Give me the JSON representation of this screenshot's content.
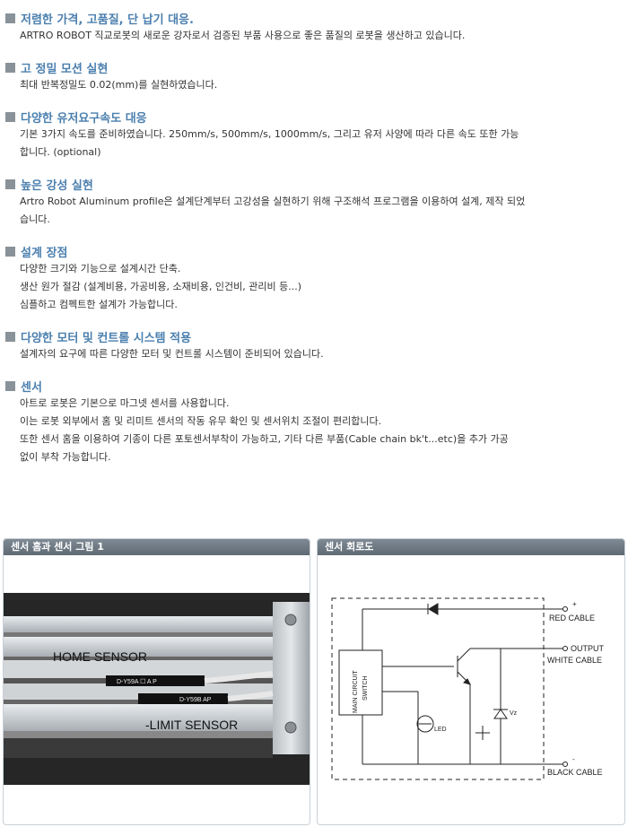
{
  "sections": [
    {
      "title": "저렴한 가격, 고품질, 단 납기 대응.",
      "lines": [
        "ARTRO ROBOT 직교로봇의 새로운 강자로서 검증된 부품 사용으로 좋은 품질의 로봇을 생산하고 있습니다."
      ]
    },
    {
      "title": "고 정밀 모션 실현",
      "lines": [
        "최대 반복정밀도 0.02(mm)를 실현하였습니다."
      ]
    },
    {
      "title": "다양한 유저요구속도 대응",
      "lines": [
        "기본 3가지 속도를 준비하였습니다. 250mm/s, 500mm/s, 1000mm/s, 그리고 유저 사양에 따라 다른 속도 또한 가능",
        "합니다. (optional)"
      ]
    },
    {
      "title": "높은 강성 실현",
      "lines": [
        "Artro Robot Aluminum profile은 설계단계부터 고강성을 실현하기 위해 구조해석 프로그램을 이용하여 설계, 제작 되었",
        "습니다."
      ]
    },
    {
      "title": "설계 장점",
      "lines": [
        "다양한 크기와 기능으로 설계시간 단축.",
        "생산 원가 절감 (설계비용, 가공비용, 소재비용, 인건비, 관리비 등...)",
        "심플하고 컴펙트한 설계가 가능합니다."
      ]
    },
    {
      "title": "다양한 모터 및 컨트롤 시스템 적용",
      "lines": [
        "설계자의 요구에 따른 다양한 모터 및 컨트롤 시스템이 준비되어 있습니다."
      ]
    },
    {
      "title": "센서",
      "lines": [
        "아트로 로봇은 기본으로 마그넷 센서를 사용합니다.",
        "이는 로봇 외부에서 홈 및 리미트 센서의 작동 유무 확인 및 센서위치 조절이 편리합니다.",
        "또한 센서 홈을 이용하여 기종이 다른 포토센서부착이 가능하고, 기타 다른 부품(Cable chain bk't...etc)을 추가 가공",
        "없이 부착 가능합니다."
      ]
    }
  ],
  "panels": {
    "left_title": "센서 홈과 센서 그림 1",
    "right_title": "센서 회로도"
  },
  "photo": {
    "home_label": "HOME SENSOR",
    "limit_label": "-LIMIT SENSOR",
    "sensor1_text": "D-Y59A ☐ A P",
    "sensor2_text": "D-Y59B AP"
  },
  "circuit": {
    "switch_label_1": "MAIN CIRCUIT",
    "switch_label_2": "SWITCH",
    "plus": "+",
    "minus": "-",
    "red_cable": "RED CABLE",
    "output": "OUTPUT",
    "white_cable": "WHITE CABLE",
    "black_cable": "BLACK CABLE",
    "led": "LED",
    "vz": "Vz"
  }
}
